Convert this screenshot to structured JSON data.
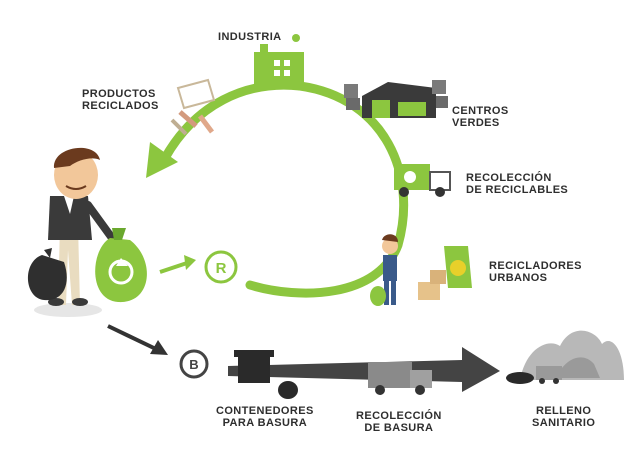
{
  "colors": {
    "green": "#8cc63f",
    "dark_green": "#5f9e2f",
    "dark_gray": "#333333",
    "gray": "#9a9a9a",
    "light_gray": "#c8c8c8"
  },
  "labels": {
    "industria": "INDUSTRIA",
    "productos_reciclados": "PRODUCTOS\nRECICLADOS",
    "centros_verdes": "CENTROS\nVERDES",
    "recoleccion_reciclables": "RECOLECCIÓN\nDE RECICLABLES",
    "recicladores_urbanos": "RECICLADORES\nURBANOS",
    "contenedores": "CONTENEDORES\nPARA BASURA",
    "recoleccion_basura": "RECOLECCIÓN\nDE BASURA",
    "relleno_sanitario": "RELLENO\nSANITARIO"
  },
  "badges": {
    "recyclable": "R",
    "trash": "B"
  },
  "icons": [
    "person-icon",
    "trash-bag-icon",
    "recycle-bag-icon",
    "factory-icon",
    "recycled-products-icon",
    "warehouse-icon",
    "truck-icon",
    "urban-recycler-icon",
    "container-icon",
    "landfill-icon"
  ]
}
